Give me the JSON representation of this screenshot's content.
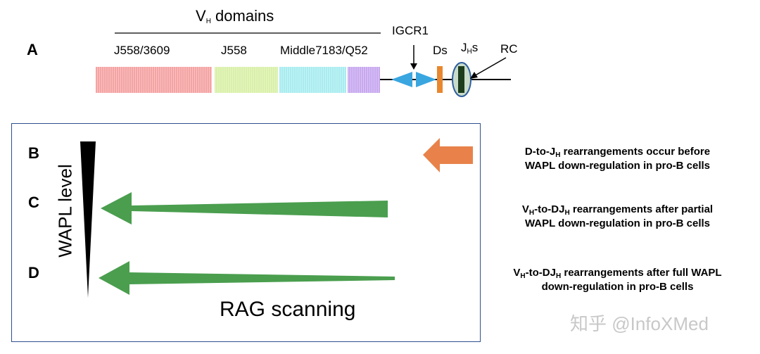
{
  "panel_a": {
    "label": "A",
    "vh_domains_title": "V",
    "vh_domains_sub": "H",
    "vh_domains_suffix": " domains",
    "segments": [
      "J558/3609",
      "J558",
      "Middle7183/Q52"
    ],
    "igcr1": "IGCR1",
    "ds": "Ds",
    "jh_prefix": "J",
    "jh_sub": "H",
    "jh_suffix": "s",
    "rc": "RC",
    "colors": {
      "j558_3609": "#f5a3a3",
      "j558": "#d9f0a8",
      "middle7183": "#a8ecf0",
      "q52": "#c7a8ef",
      "igcr1": "#3aa6e0",
      "ds": "#e8872f",
      "rc_fill": "#c9dcc9",
      "rc_border": "#2f5f9f",
      "jh_bar": "#1d3d1d"
    }
  },
  "panel_b": {
    "label": "B",
    "arrow_color": "#e8824a",
    "desc_line1_a": "D-to-J",
    "desc_line1_sub": "H",
    "desc_line1_b": " rearrangements occur before",
    "desc_line2": "WAPL down-regulation in pro-B cells"
  },
  "panel_c": {
    "label": "C",
    "arrow_color": "#4a9e4e",
    "desc_line1_a": "V",
    "desc_line1_sub1": "H",
    "desc_line1_b": "-to-DJ",
    "desc_line1_sub2": "H",
    "desc_line1_c": " rearrangements after partial",
    "desc_line2": "WAPL down-regulation in pro-B cells"
  },
  "panel_d": {
    "label": "D",
    "arrow_color": "#4a9e4e",
    "desc_line1_a": "V",
    "desc_line1_sub1": "H",
    "desc_line1_b": "-to-DJ",
    "desc_line1_sub2": "H",
    "desc_line1_c": " rearrangements after full WAPL",
    "desc_line2": "down-regulation in pro-B cells"
  },
  "wapl_level_label": "WAPL level",
  "rag_scanning_label": "RAG scanning",
  "watermark": "知乎 @InfoXMed"
}
